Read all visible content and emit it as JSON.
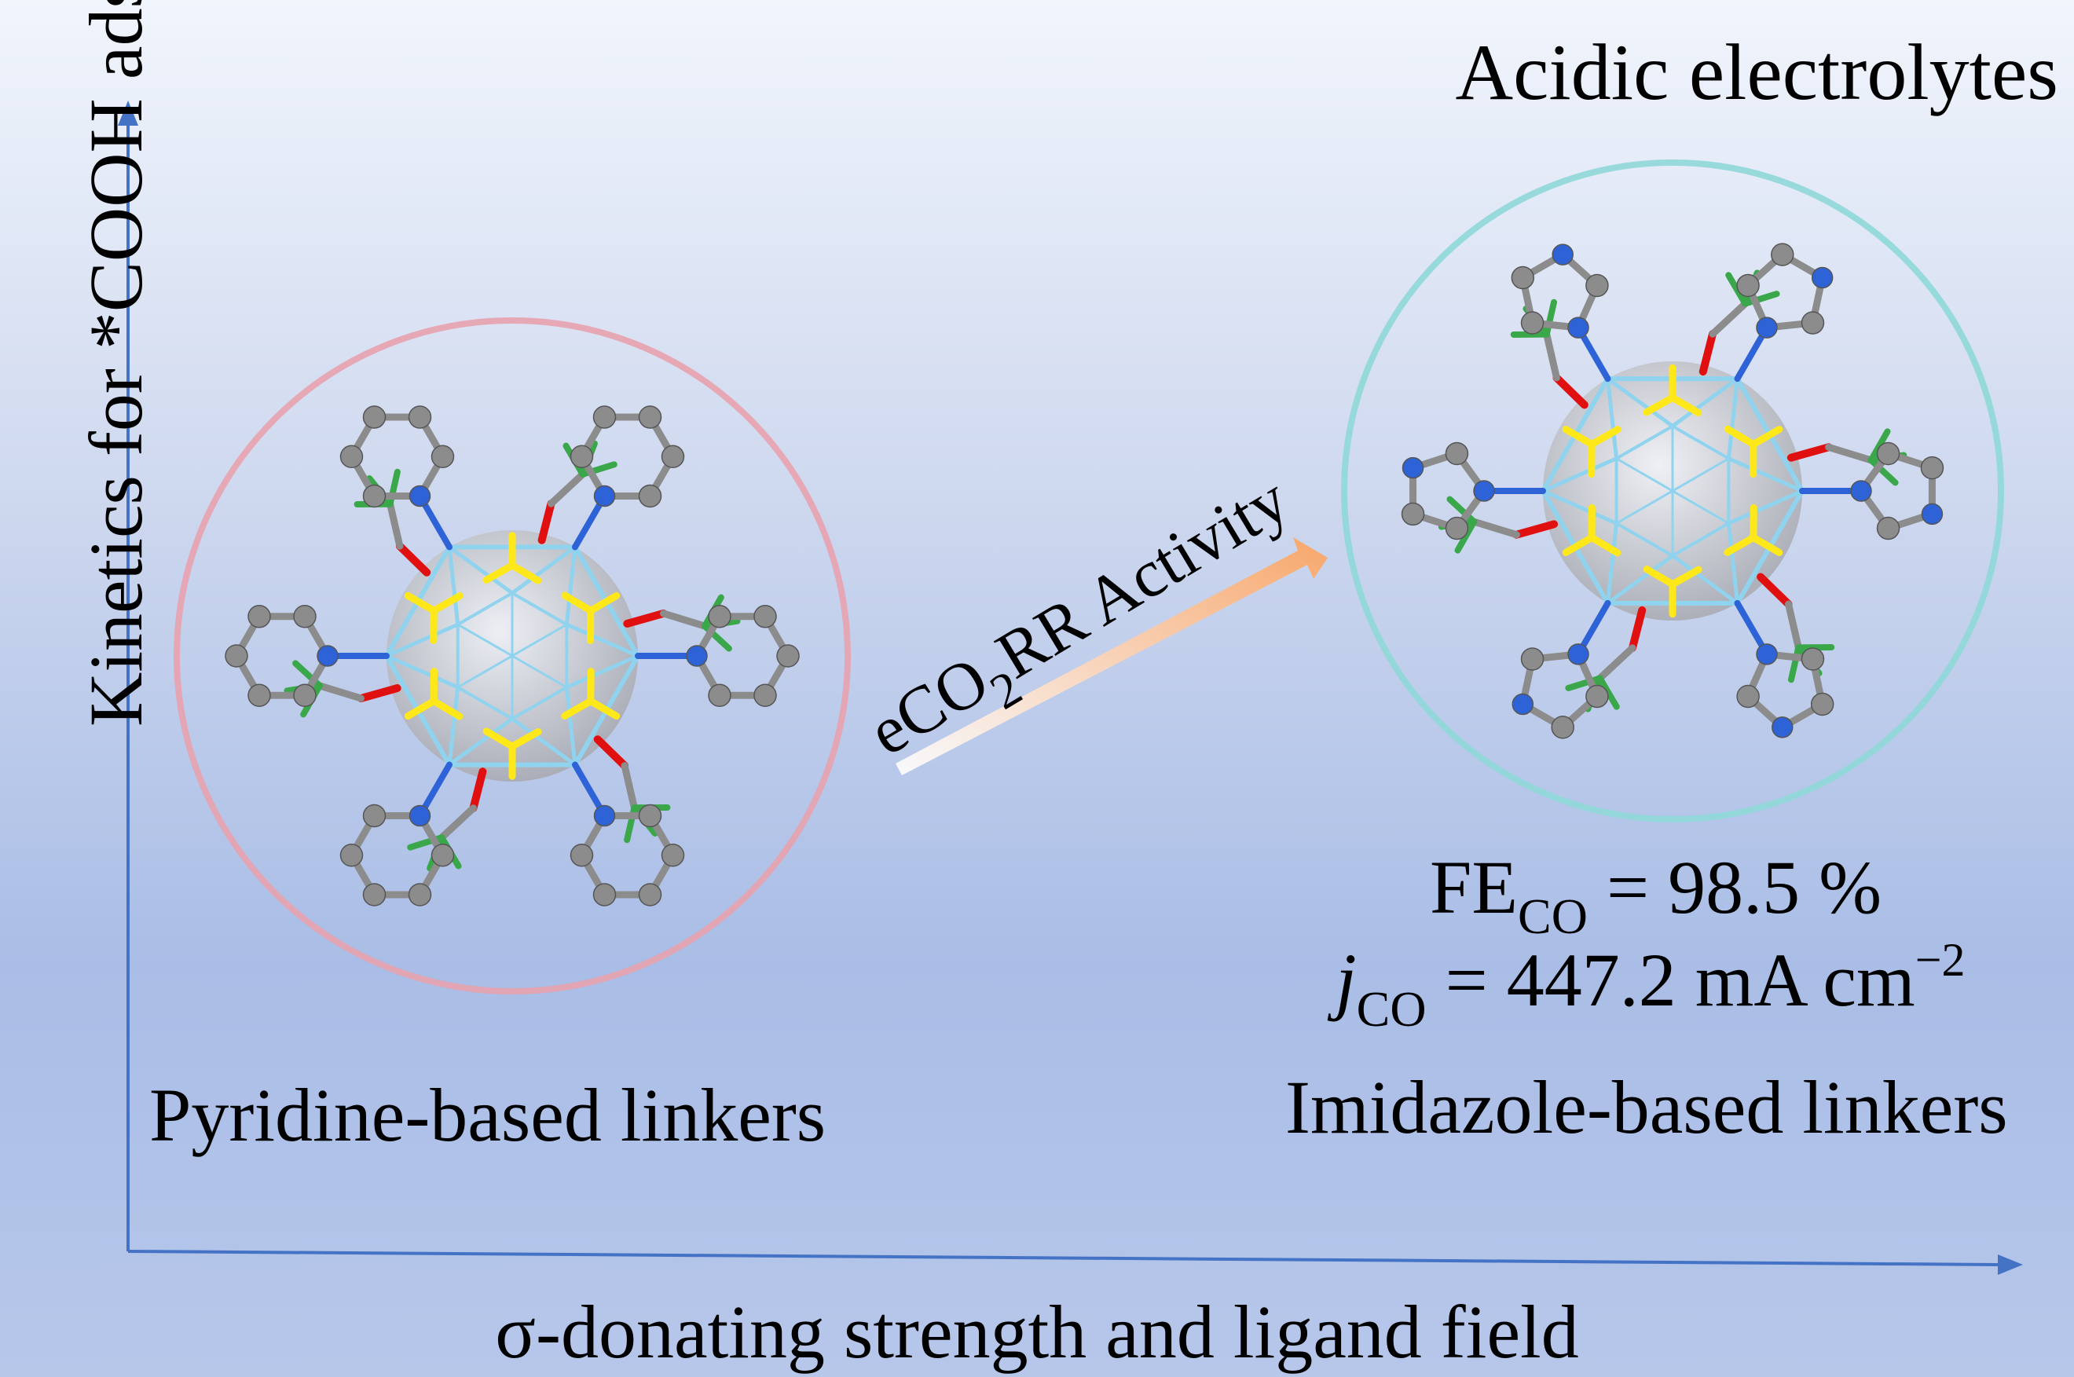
{
  "title": "Acidic electrolytes",
  "y_axis_label": "Kinetics for *COOH adsorption",
  "x_axis_label": "σ-donating strength and ligand field",
  "arrow_label": {
    "prefix": "eCO",
    "sub": "2",
    "suffix": "RR Activity"
  },
  "left_cluster": {
    "label": "Pyridine-based linkers",
    "ring_color": "#e8a2ae"
  },
  "right_cluster": {
    "label": "Imidazole-based linkers",
    "ring_color": "#8fd8d8",
    "fe": {
      "prefix": "FE",
      "sub": "CO",
      "value": " = 98.5 %"
    },
    "j": {
      "prefix": "j",
      "sub": "CO",
      "value": " = 447.2 mA cm",
      "sup": "−2"
    }
  },
  "colors": {
    "axis": "#4472c4",
    "carbon": "#8c8c8c",
    "nitrogen": "#2e63d8",
    "oxygen": "#e01010",
    "sulfur": "#ffe81a",
    "fluorine": "#3aa84a",
    "metal_bond": "#8fd3ef",
    "core": "#d9d9dc"
  }
}
